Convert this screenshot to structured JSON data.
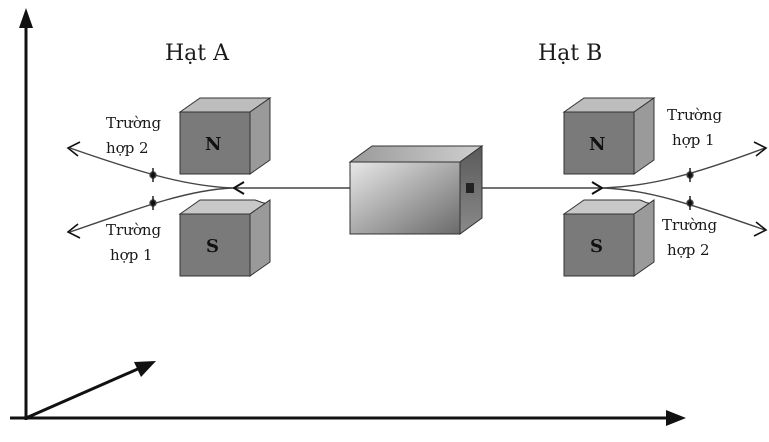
{
  "labels": {
    "particle_a": "Hạt A",
    "particle_b": "Hạt B",
    "case_1": "Trường",
    "case_1_b": "hợp 1",
    "case_2": "Trường",
    "case_2_b": "hợp 2",
    "north": "N",
    "south": "S"
  }
}
